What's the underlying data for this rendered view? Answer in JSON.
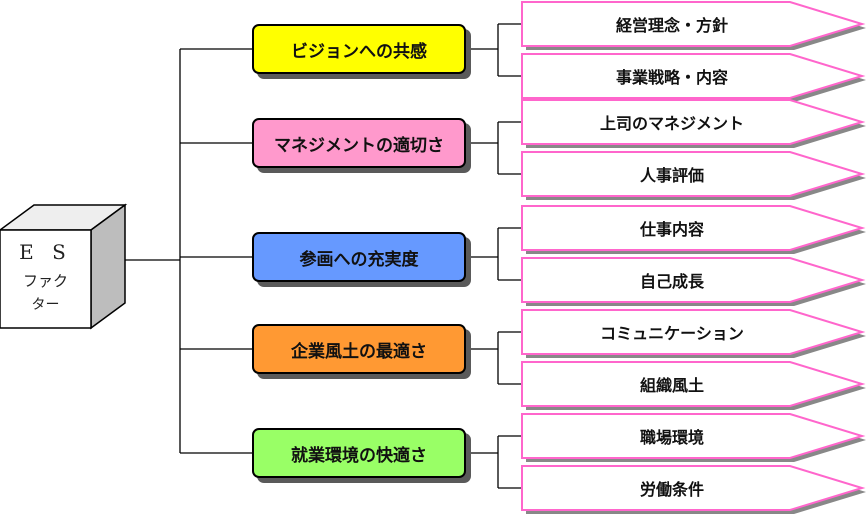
{
  "root": {
    "line1": "E S",
    "line2": "ファク",
    "line3": "ター"
  },
  "categories": [
    {
      "label": "ビジョンへの共感",
      "color": "#ffff00",
      "children": [
        "経営理念・方針",
        "事業戦略・内容"
      ]
    },
    {
      "label": "マネジメントの適切さ",
      "color": "#ff99cc",
      "children": [
        "上司のマネジメント",
        "人事評価"
      ]
    },
    {
      "label": "参画への充実度",
      "color": "#6699ff",
      "children": [
        "仕事内容",
        "自己成長"
      ]
    },
    {
      "label": "企業風土の最適さ",
      "color": "#ff9933",
      "children": [
        "コミュニケーション",
        "組織風土"
      ]
    },
    {
      "label": "就業環境の快適さ",
      "color": "#99ff66",
      "children": [
        "職場環境",
        "労働条件"
      ]
    }
  ],
  "leaf_fill": "#ffffff",
  "leaf_border": "#ff66cc"
}
